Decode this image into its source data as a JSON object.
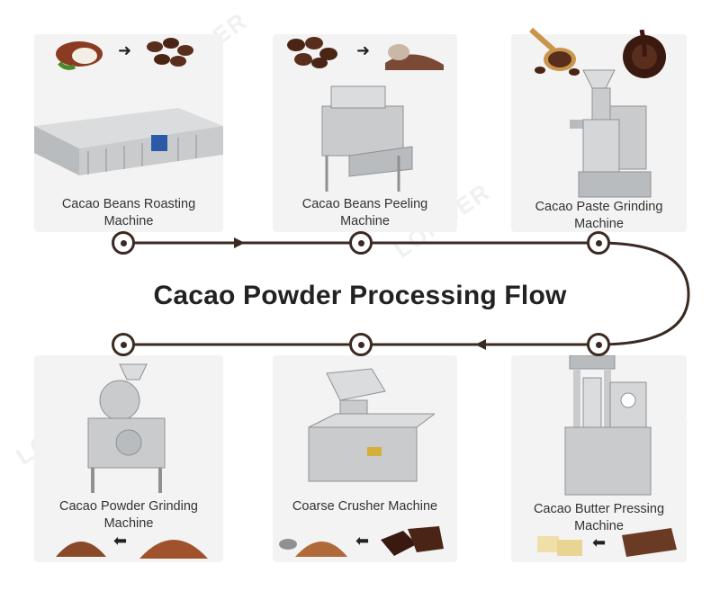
{
  "title": "Cacao Powder Processing Flow",
  "watermark": "LONGER",
  "steps": [
    {
      "label_line1": "Cacao Beans Roasting",
      "label_line2": "Machine",
      "machine_icon": "roasting-machine-icon"
    },
    {
      "label_line1": "Cacao Beans Peeling",
      "label_line2": "Machine",
      "machine_icon": "peeling-machine-icon"
    },
    {
      "label_line1": "Cacao Paste Grinding",
      "label_line2": "Machine",
      "machine_icon": "grinding-machine-icon"
    },
    {
      "label_line1": "Cacao Butter Pressing",
      "label_line2": "Machine",
      "machine_icon": "pressing-machine-icon"
    },
    {
      "label_line1": "Coarse Crusher Machine",
      "label_line2": "",
      "machine_icon": "crusher-machine-icon"
    },
    {
      "label_line1": "Cacao Powder Grinding",
      "label_line2": "Machine",
      "machine_icon": "powder-grinder-icon"
    }
  ],
  "arrow_glyph_right": "➜",
  "arrow_glyph_left": "⬅",
  "colors": {
    "flow_line": "#3a2a22",
    "card_bg": "#f3f3f3",
    "steel": "#c9cbcd",
    "cocoa": "#5a2e1c"
  }
}
